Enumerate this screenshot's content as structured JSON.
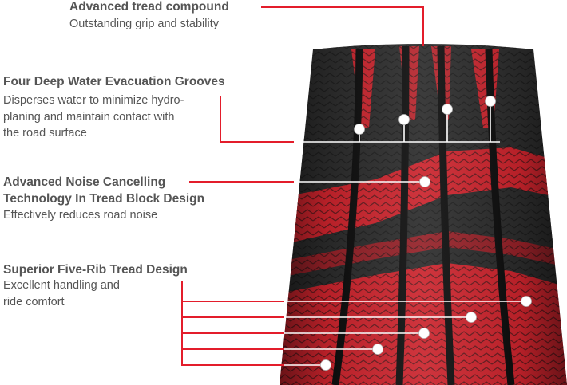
{
  "colors": {
    "accent": "#e31d2b",
    "tire_dark": "#1c1c1c",
    "tire_mid": "#3a3a3a",
    "text": "#555555"
  },
  "callouts": [
    {
      "id": "tread-compound",
      "title_lines": [
        "Advanced tread compound"
      ],
      "desc_lines": [
        "Outstanding grip and stability"
      ]
    },
    {
      "id": "water-grooves",
      "title_lines": [
        "Four Deep Water Evacuation Grooves"
      ],
      "desc_lines": [
        "Disperses water to minimize hydro-",
        "planing and maintain contact with",
        "the road surface"
      ]
    },
    {
      "id": "noise-cancelling",
      "title_lines": [
        "Advanced Noise Cancelling",
        "Technology In Tread Block Design"
      ],
      "desc_lines": [
        "Effectively reduces road noise"
      ]
    },
    {
      "id": "five-rib",
      "title_lines": [
        "Superior Five-Rib Tread Design"
      ],
      "desc_lines": [
        "Excellent handling and",
        "ride comfort"
      ]
    }
  ]
}
